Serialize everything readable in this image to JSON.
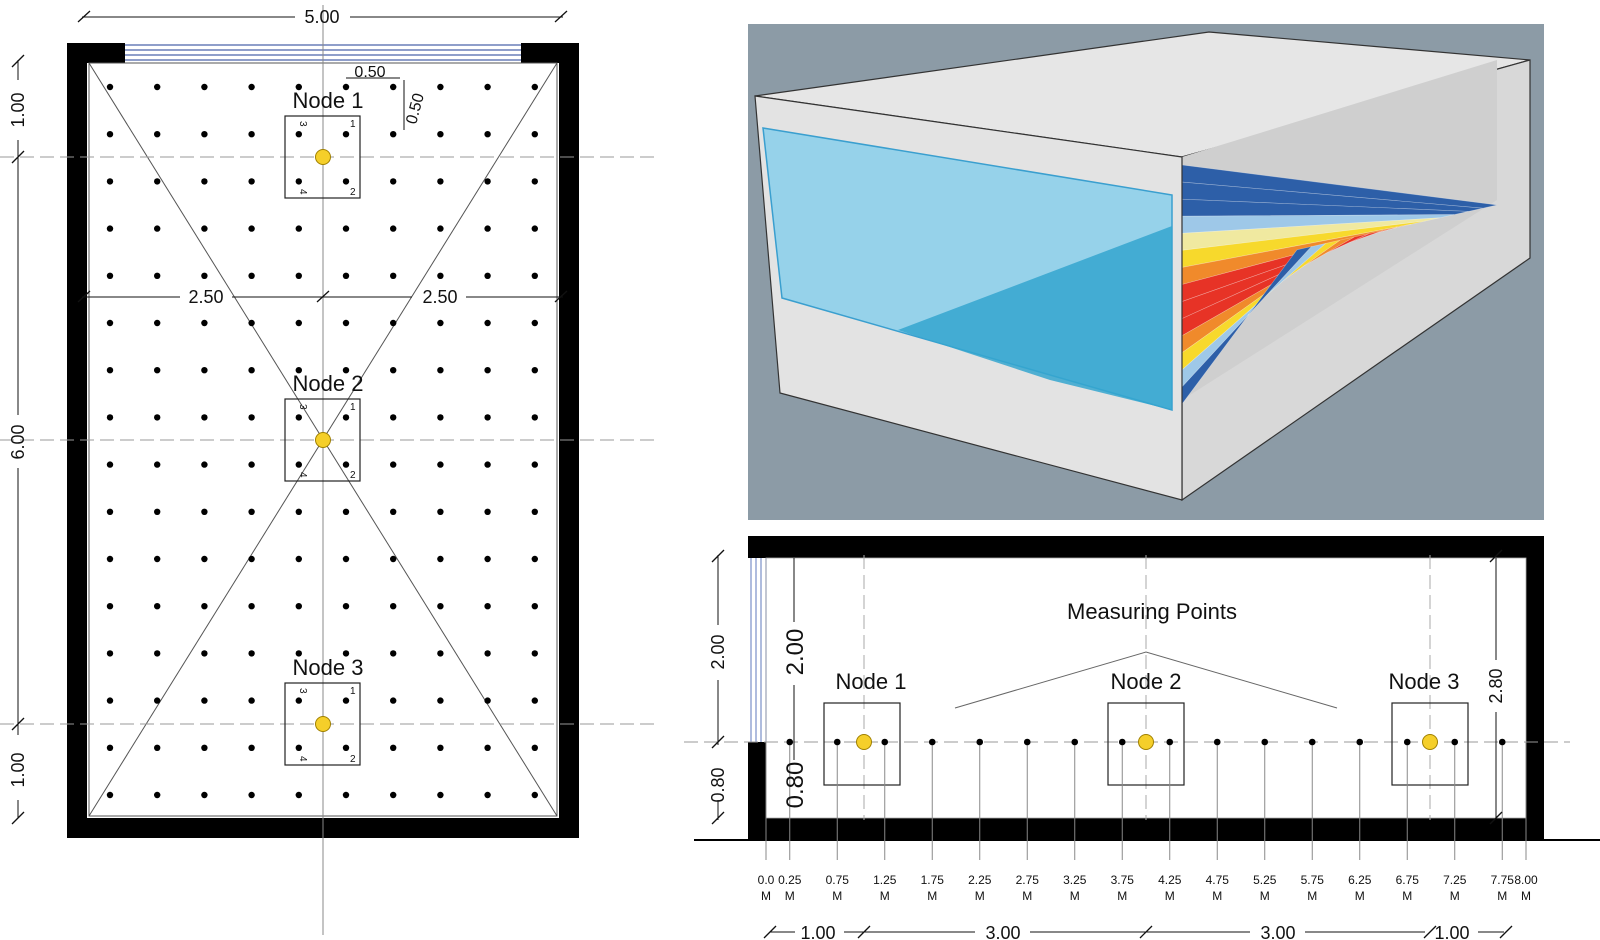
{
  "plan": {
    "dims": {
      "width_top": "5.00",
      "half_left": "2.50",
      "half_right": "2.50",
      "left_top": "1.00",
      "left_mid": "6.00",
      "left_bot": "1.00",
      "small_a": "0.50",
      "small_b": "0.50"
    },
    "nodes": [
      "Node 1",
      "Node 2",
      "Node 3"
    ],
    "corner_numbers": [
      "1",
      "2",
      "3",
      "4"
    ]
  },
  "render": {
    "colors": {
      "background": "#8c9ba6",
      "wall": "#e0e0e0",
      "window": "#8fd0ea",
      "blue": "#2d5fa8",
      "yellow": "#f7d92c",
      "red": "#e73326",
      "orange": "#f08a2b",
      "cyan": "#35a6cf"
    }
  },
  "section": {
    "title": "Measuring Points",
    "nodes": [
      "Node 1",
      "Node 2",
      "Node 3"
    ],
    "height_labels": {
      "outer_upper": "2.00",
      "inner_upper": "2.00",
      "outer_lower": "0.80",
      "inner_lower": "0.80",
      "right": "2.80"
    },
    "ticks": [
      "0.0",
      "0.25",
      "0.75",
      "1.25",
      "1.75",
      "2.25",
      "2.75",
      "3.25",
      "3.75",
      "4.25",
      "4.75",
      "5.25",
      "5.75",
      "6.25",
      "6.75",
      "7.25",
      "7.75",
      "8.00"
    ],
    "unit": "M",
    "bottom_dims": [
      "1.00",
      "3.00",
      "3.00",
      "1.00"
    ]
  }
}
